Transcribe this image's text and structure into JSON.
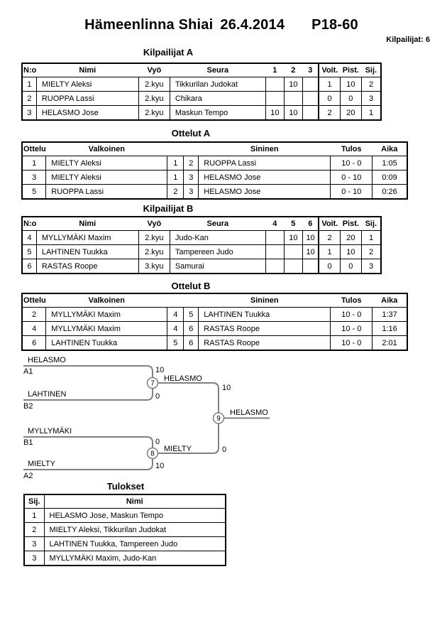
{
  "header": {
    "event": "Hämeenlinna Shiai",
    "date": "26.4.2014",
    "category": "P18-60",
    "competitors_label": "Kilpailijat: 6"
  },
  "pool_a": {
    "title": "Kilpailijat A",
    "columns": [
      "N:o",
      "Nimi",
      "Vyö",
      "Seura",
      "1",
      "2",
      "3",
      "Voit.",
      "Pist.",
      "Sij."
    ],
    "rows": [
      {
        "no": "1",
        "nimi": "MIELTY Aleksi",
        "vyo": "2.kyu",
        "seura": "Tikkurilan Judokat",
        "r1": "",
        "r2": "10",
        "r3": "",
        "voit": "1",
        "pist": "10",
        "sij": "2"
      },
      {
        "no": "2",
        "nimi": "RUOPPA Lassi",
        "vyo": "2.kyu",
        "seura": "Chikara",
        "r1": "",
        "r2": "",
        "r3": "",
        "voit": "0",
        "pist": "0",
        "sij": "3"
      },
      {
        "no": "3",
        "nimi": "HELASMO Jose",
        "vyo": "2.kyu",
        "seura": "Maskun Tempo",
        "r1": "10",
        "r2": "10",
        "r3": "",
        "voit": "2",
        "pist": "20",
        "sij": "1"
      }
    ]
  },
  "matches_a": {
    "title": "Ottelut A",
    "columns": [
      "Ottelu",
      "Valkoinen",
      "Sininen",
      "Tulos",
      "Aika"
    ],
    "rows": [
      {
        "ottelu": "1",
        "valkoinen": "MIELTY Aleksi",
        "w_no": "1",
        "b_no": "2",
        "sininen": "RUOPPA Lassi",
        "tulos": "10 - 0",
        "aika": "1:05"
      },
      {
        "ottelu": "3",
        "valkoinen": "MIELTY Aleksi",
        "w_no": "1",
        "b_no": "3",
        "sininen": "HELASMO Jose",
        "tulos": "0 - 10",
        "aika": "0:09"
      },
      {
        "ottelu": "5",
        "valkoinen": "RUOPPA Lassi",
        "w_no": "2",
        "b_no": "3",
        "sininen": "HELASMO Jose",
        "tulos": "0 - 10",
        "aika": "0:26"
      }
    ]
  },
  "pool_b": {
    "title": "Kilpailijat B",
    "columns": [
      "N:o",
      "Nimi",
      "Vyö",
      "Seura",
      "4",
      "5",
      "6",
      "Voit.",
      "Pist.",
      "Sij."
    ],
    "rows": [
      {
        "no": "4",
        "nimi": "MYLLYMÄKI Maxim",
        "vyo": "2.kyu",
        "seura": "Judo-Kan",
        "r1": "",
        "r2": "10",
        "r3": "10",
        "voit": "2",
        "pist": "20",
        "sij": "1"
      },
      {
        "no": "5",
        "nimi": "LAHTINEN Tuukka",
        "vyo": "2.kyu",
        "seura": "Tampereen Judo",
        "r1": "",
        "r2": "",
        "r3": "10",
        "voit": "1",
        "pist": "10",
        "sij": "2"
      },
      {
        "no": "6",
        "nimi": "RASTAS Roope",
        "vyo": "3.kyu",
        "seura": "Samurai",
        "r1": "",
        "r2": "",
        "r3": "",
        "voit": "0",
        "pist": "0",
        "sij": "3"
      }
    ]
  },
  "matches_b": {
    "title": "Ottelut B",
    "columns": [
      "Ottelu",
      "Valkoinen",
      "Sininen",
      "Tulos",
      "Aika"
    ],
    "rows": [
      {
        "ottelu": "2",
        "valkoinen": "MYLLYMÄKI Maxim",
        "w_no": "4",
        "b_no": "5",
        "sininen": "LAHTINEN Tuukka",
        "tulos": "10 - 0",
        "aika": "1:37"
      },
      {
        "ottelu": "4",
        "valkoinen": "MYLLYMÄKI Maxim",
        "w_no": "4",
        "b_no": "6",
        "sininen": "RASTAS Roope",
        "tulos": "10 - 0",
        "aika": "1:16"
      },
      {
        "ottelu": "6",
        "valkoinen": "LAHTINEN Tuukka",
        "w_no": "5",
        "b_no": "6",
        "sininen": "RASTAS Roope",
        "tulos": "10 - 0",
        "aika": "2:01"
      }
    ]
  },
  "bracket": {
    "entries": [
      {
        "name": "HELASMO",
        "seed": "A1",
        "score": "10"
      },
      {
        "name": "LAHTINEN",
        "seed": "B2",
        "score": "0"
      },
      {
        "name": "MYLLYMÄKI",
        "seed": "B1",
        "score": "0"
      },
      {
        "name": "MIELTY",
        "seed": "A2",
        "score": "10"
      }
    ],
    "semifinal_1": {
      "match_no": "7",
      "winner": "HELASMO",
      "winner_score": "10"
    },
    "semifinal_2": {
      "match_no": "8",
      "winner": "MIELTY",
      "winner_score": "0"
    },
    "final": {
      "match_no": "9",
      "winner": "HELASMO"
    }
  },
  "results": {
    "title": "Tulokset",
    "columns": [
      "Sij.",
      "Nimi"
    ],
    "rows": [
      {
        "sij": "1",
        "nimi": "HELASMO Jose, Maskun Tempo"
      },
      {
        "sij": "2",
        "nimi": "MIELTY Aleksi, Tikkurilan Judokat"
      },
      {
        "sij": "3",
        "nimi": "LAHTINEN Tuukka, Tampereen Judo"
      },
      {
        "sij": "3",
        "nimi": "MYLLYMÄKI Maxim, Judo-Kan"
      }
    ]
  }
}
